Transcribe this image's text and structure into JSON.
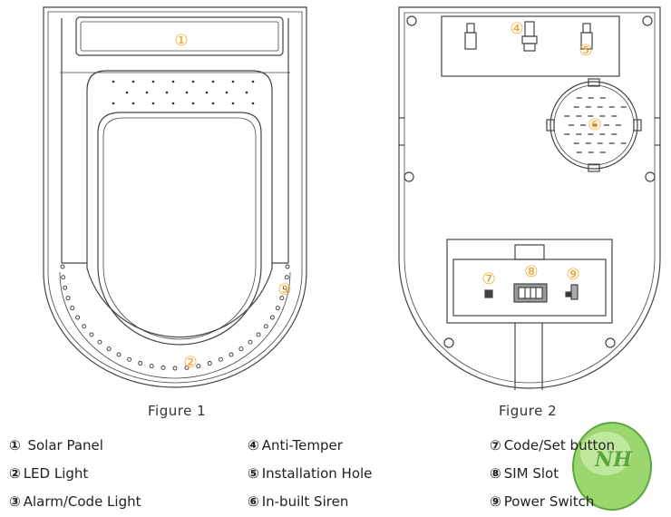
{
  "figures": [
    {
      "caption": "Figure 1"
    },
    {
      "caption": "Figure 2"
    }
  ],
  "callouts": [
    "①",
    "②",
    "③",
    "④",
    "⑤",
    "⑥",
    "⑦",
    "⑧",
    "⑨"
  ],
  "legend": [
    {
      "marker": "①",
      "label": "Solar Panel"
    },
    {
      "marker": "②",
      "label": "LED Light"
    },
    {
      "marker": "③",
      "label": "Alarm/Code Light"
    },
    {
      "marker": "④",
      "label": "Anti-Temper"
    },
    {
      "marker": "⑤",
      "label": "Installation Hole"
    },
    {
      "marker": "⑥",
      "label": "In-built Siren"
    },
    {
      "marker": "⑦",
      "label": "Code/Set button"
    },
    {
      "marker": "⑧",
      "label": "SIM Slot"
    },
    {
      "marker": "⑨",
      "label": "Power Switch"
    }
  ],
  "watermark": {
    "text": "NH"
  },
  "colors": {
    "outline": "#444444",
    "callout": "#f0a020",
    "watermark": "#6bbf4a"
  }
}
